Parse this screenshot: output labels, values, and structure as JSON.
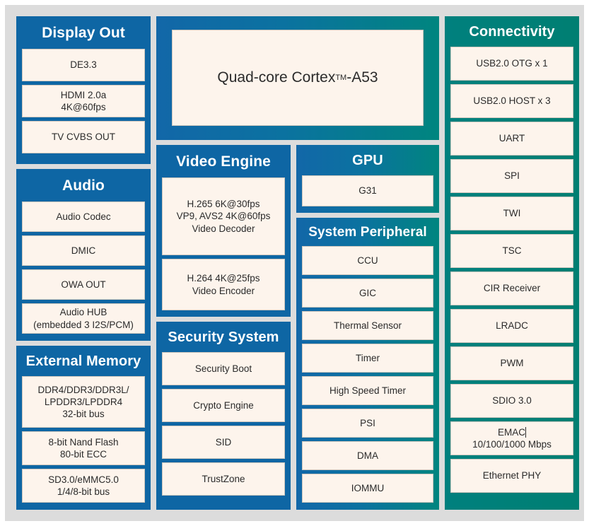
{
  "cpu": {
    "label_prefix": "Quad-core Cortex",
    "label_tm": "TM",
    "label_suffix": "-A53"
  },
  "display_out": {
    "title": "Display Out",
    "items": [
      {
        "lines": [
          "DE3.3"
        ]
      },
      {
        "lines": [
          "HDMI 2.0a",
          "4K@60fps"
        ]
      },
      {
        "lines": [
          "TV CVBS OUT"
        ]
      }
    ]
  },
  "audio": {
    "title": "Audio",
    "items": [
      {
        "lines": [
          "Audio Codec"
        ]
      },
      {
        "lines": [
          "DMIC"
        ]
      },
      {
        "lines": [
          "OWA OUT"
        ]
      },
      {
        "lines": [
          "Audio HUB",
          "(embedded 3 I2S/PCM)"
        ]
      }
    ]
  },
  "external_memory": {
    "title": "External Memory",
    "items": [
      {
        "lines": [
          "DDR4/DDR3/DDR3L/",
          "LPDDR3/LPDDR4",
          "32-bit bus"
        ]
      },
      {
        "lines": [
          "8-bit Nand Flash",
          "80-bit ECC"
        ]
      },
      {
        "lines": [
          "SD3.0/eMMC5.0",
          "1/4/8-bit bus"
        ]
      }
    ]
  },
  "video_engine": {
    "title": "Video Engine",
    "items": [
      {
        "lines": [
          "H.265 6K@30fps",
          "VP9, AVS2 4K@60fps",
          "Video Decoder"
        ]
      },
      {
        "lines": [
          "H.264 4K@25fps",
          "Video Encoder"
        ]
      }
    ]
  },
  "security_system": {
    "title": "Security System",
    "items": [
      {
        "lines": [
          "Security Boot"
        ]
      },
      {
        "lines": [
          "Crypto Engine"
        ]
      },
      {
        "lines": [
          "SID"
        ]
      },
      {
        "lines": [
          "TrustZone"
        ]
      }
    ]
  },
  "gpu": {
    "title": "GPU",
    "items": [
      {
        "lines": [
          "G31"
        ]
      }
    ]
  },
  "system_peripheral": {
    "title": "System Peripheral",
    "items": [
      {
        "lines": [
          "CCU"
        ]
      },
      {
        "lines": [
          "GIC"
        ]
      },
      {
        "lines": [
          "Thermal Sensor"
        ]
      },
      {
        "lines": [
          "Timer"
        ]
      },
      {
        "lines": [
          "High Speed Timer"
        ]
      },
      {
        "lines": [
          "PSI"
        ]
      },
      {
        "lines": [
          "DMA"
        ]
      },
      {
        "lines": [
          "IOMMU"
        ]
      }
    ]
  },
  "connectivity": {
    "title": "Connectivity",
    "items": [
      {
        "lines": [
          "USB2.0 OTG x 1"
        ]
      },
      {
        "lines": [
          "USB2.0 HOST x 3"
        ]
      },
      {
        "lines": [
          "UART"
        ]
      },
      {
        "lines": [
          "SPI"
        ]
      },
      {
        "lines": [
          "TWI"
        ]
      },
      {
        "lines": [
          "TSC"
        ]
      },
      {
        "lines": [
          "CIR Receiver"
        ]
      },
      {
        "lines": [
          "LRADC"
        ]
      },
      {
        "lines": [
          "PWM"
        ]
      },
      {
        "lines": [
          "SDIO 3.0"
        ]
      },
      {
        "lines": [
          "EMAC",
          "10/100/1000 Mbps"
        ],
        "caret_after_line": 0
      },
      {
        "lines": [
          "Ethernet PHY"
        ]
      }
    ]
  },
  "colors": {
    "block_blue": "#0e66a4",
    "block_teal": "#00857f",
    "block_green": "#007f72",
    "cell_cream": "#fdf4ec",
    "page_gray": "#dcdcdc",
    "text_dark": "#2b2b2b"
  }
}
